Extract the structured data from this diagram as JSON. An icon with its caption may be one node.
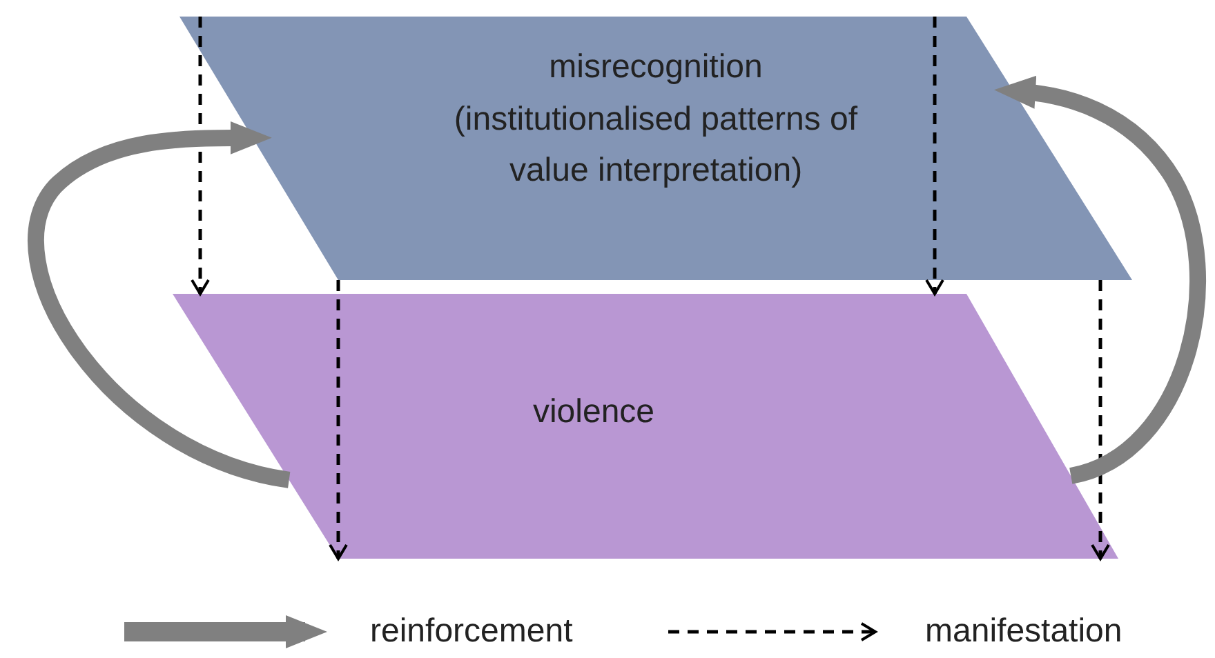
{
  "diagram": {
    "nodes": [
      {
        "text": [
          "misrecognition",
          "(institutionalised patterns of value interpretation)"
        ]
      },
      {
        "text": [
          "violence"
        ]
      }
    ],
    "edges": [
      {
        "from": 0,
        "to": 1,
        "arrow": "to",
        "style": "dashed"
      },
      {
        "from": 0,
        "to": 1,
        "arrow": "to",
        "style": "dashed"
      },
      {
        "from": 0,
        "to": 1,
        "arrow": "to",
        "style": "dashed"
      },
      {
        "from": 0,
        "to": 1,
        "arrow": "to",
        "style": "dashed"
      },
      {
        "from": 1,
        "to": 0,
        "arrow": "to",
        "style": "thick",
        "color": "#808080"
      },
      {
        "from": 1,
        "to": 0,
        "arrow": "to",
        "style": "thick",
        "color": "#808080"
      }
    ],
    "legend": [
      {
        "text": "reinforcement"
      },
      {
        "text": "manifestation"
      }
    ]
  }
}
